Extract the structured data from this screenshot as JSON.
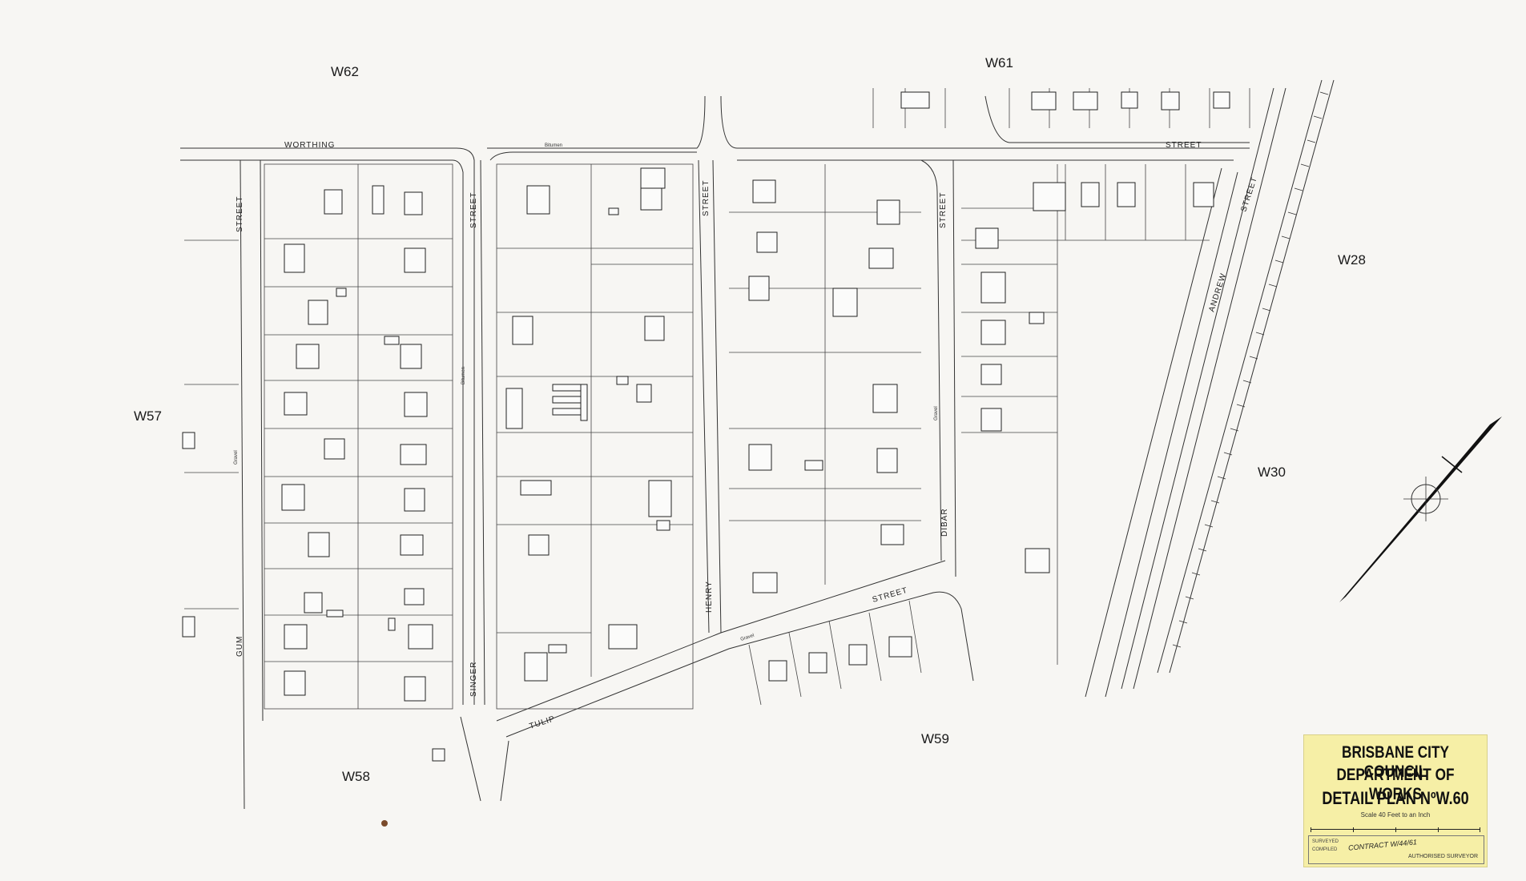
{
  "sheet_refs": {
    "north_west": "W62",
    "north": "W61",
    "east_upper": "W28",
    "east_lower": "W30",
    "west": "W57",
    "south_west": "W58",
    "south": "W59"
  },
  "streets": {
    "worthing": "WORTHING",
    "street_top": "STREET",
    "gum_street": "STREET",
    "gum": "GUM",
    "singer_street": "STREET",
    "singer": "SINGER",
    "henry_street": "STREET",
    "henry": "HENRY",
    "dibar_street": "STREET",
    "dibar": "DIBAR",
    "andrew": "ANDREW",
    "andrew_street": "STREET",
    "tulip": "TULIP",
    "tulip_street": "STREET"
  },
  "annotations": {
    "bitumen_1": "Bitumen",
    "bitumen_2": "Bitumen",
    "gravel_1": "Gravel",
    "gravel_2": "Gravel",
    "gravel_3": "Gravel"
  },
  "title_block": {
    "line1": "BRISBANE CITY COUNCIL",
    "line2": "DEPARTMENT OF WORKS",
    "line3": "DETAIL PLAN NºW.60",
    "scale": "Scale 40 Feet to an Inch",
    "surveyed": "SURVEYED",
    "compiled": "COMPILED",
    "contract": "CONTRACT W/44/61",
    "authorised": "AUTHORISED SURVEYOR"
  },
  "colors": {
    "paper": "#f7f6f3",
    "ink": "#222222",
    "blue_annotation": "#2a4fc7",
    "title_block": "#f6efa6"
  },
  "icons": {
    "north_arrow": "north-arrow-icon"
  }
}
